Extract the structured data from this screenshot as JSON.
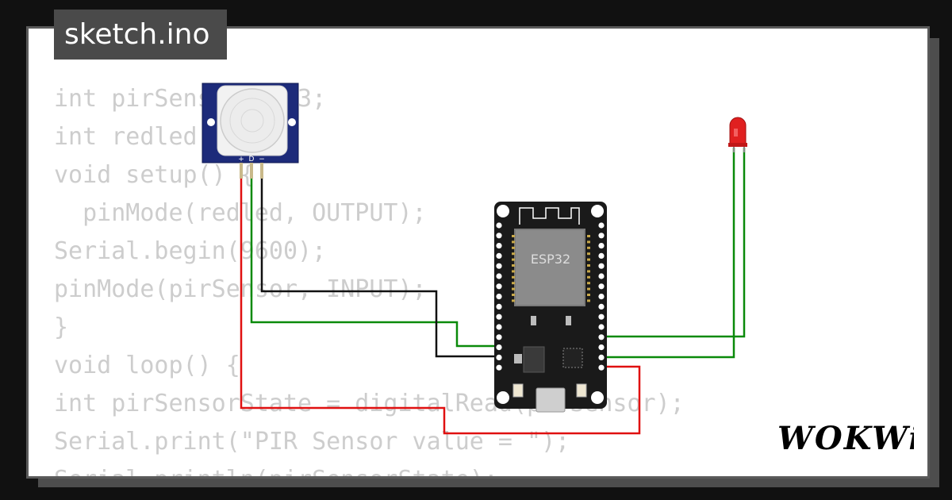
{
  "file_tab": {
    "label": "sketch.ino"
  },
  "code_lines": [
    "int pirSensor = 13;",
    "int redled = 2;",
    "void setup() {",
    "  pinMode(redled, OUTPUT);",
    "Serial.begin(9600);",
    "pinMode(pirSensor, INPUT);",
    "}",
    "void loop() {",
    "int pirSensorState = digitalRead(pirSensor);",
    "Serial.print(\"PIR Sensor value = \");",
    "Serial.println(pirSensorState);"
  ],
  "components": {
    "pir_sensor": {
      "pin_labels": [
        "+",
        "D",
        "−"
      ]
    },
    "esp32": {
      "chip_label": "ESP32"
    }
  },
  "brand": {
    "logo": "WOKWi"
  },
  "colors": {
    "background": "#111111",
    "canvas": "#ffffff",
    "code_text": "#cdcdcd",
    "tab_bg": "#4a4a4a",
    "wire_red": "#e01010",
    "wire_green": "#0a8a0a",
    "wire_black": "#111111",
    "pir_board": "#1d2b7a",
    "esp_board": "#1a1a1a",
    "led": "#e02020"
  }
}
